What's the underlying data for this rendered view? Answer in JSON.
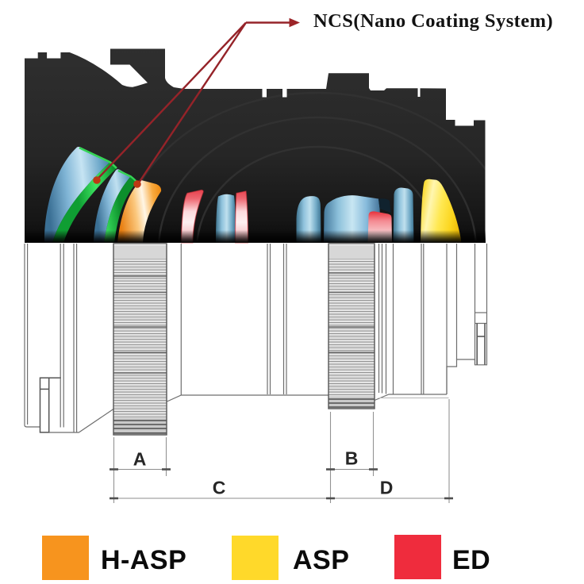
{
  "annotation": {
    "label": "NCS(Nano Coating System)",
    "arrow_color": "#9C2428",
    "marker_color": "#BD3914"
  },
  "dimensions": {
    "a_label": "A",
    "b_label": "B",
    "c_label": "C",
    "d_label": "D"
  },
  "legend": {
    "items": [
      {
        "id": "h-asp",
        "label": "H-ASP",
        "color": "#F7941E"
      },
      {
        "id": "asp",
        "label": "ASP",
        "color": "#FFD92A"
      },
      {
        "id": "ed",
        "label": "ED",
        "color": "#EF2C3D"
      }
    ]
  },
  "colors": {
    "silhouette": "#2A2A2A",
    "coating_green": "#2BD94C",
    "glass_blue": "#7FB8D8",
    "drawing_line": "#6E6E6E"
  }
}
